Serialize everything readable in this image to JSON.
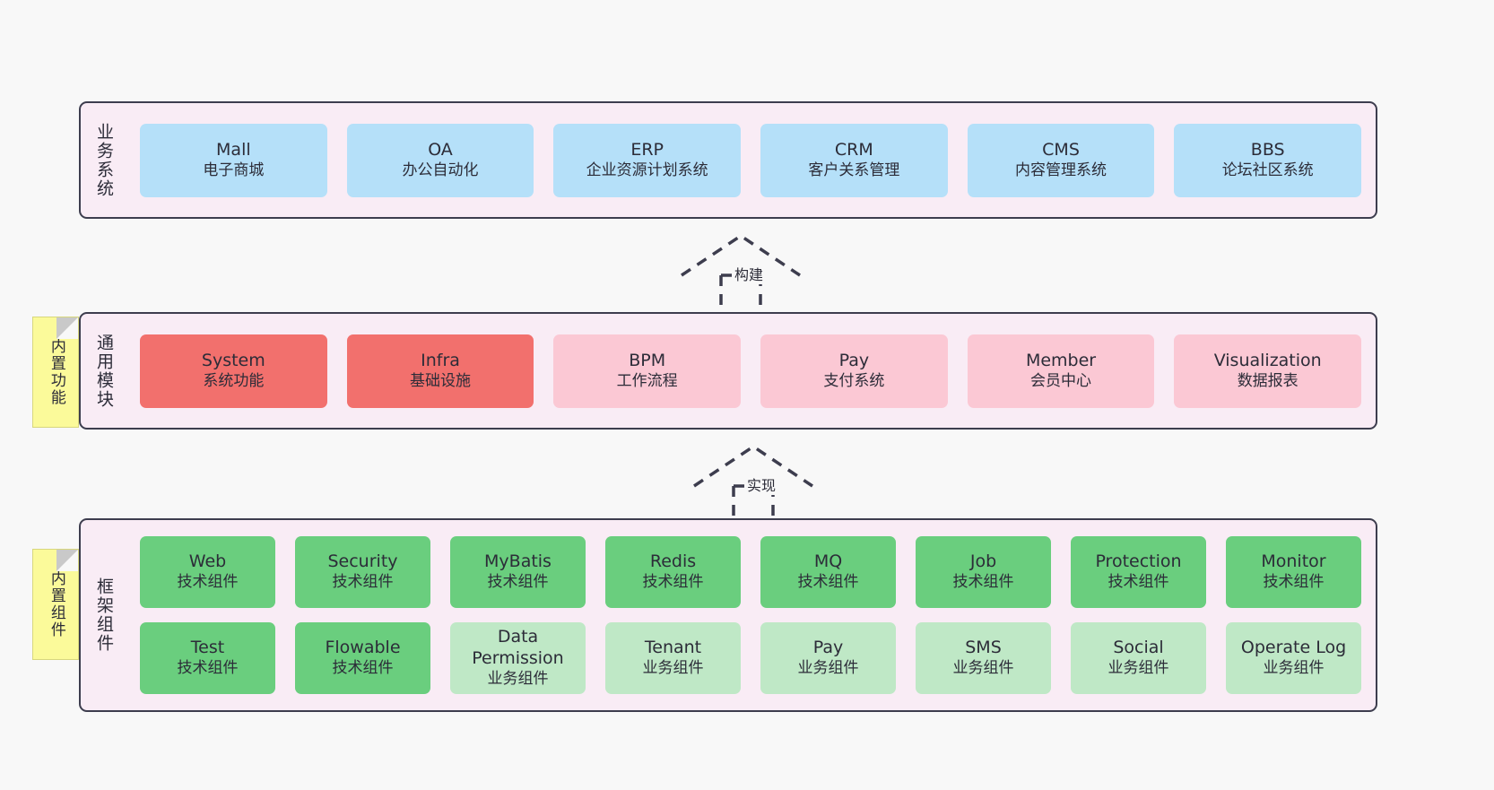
{
  "diagram": {
    "sections": [
      {
        "id": "business",
        "label": "业务系统",
        "cards": [
          {
            "en": "Mall",
            "cn": "电子商城",
            "color": "#b5e0f9"
          },
          {
            "en": "OA",
            "cn": "办公自动化",
            "color": "#b5e0f9"
          },
          {
            "en": "ERP",
            "cn": "企业资源计划系统",
            "color": "#b5e0f9"
          },
          {
            "en": "CRM",
            "cn": "客户关系管理",
            "color": "#b5e0f9"
          },
          {
            "en": "CMS",
            "cn": "内容管理系统",
            "color": "#b5e0f9"
          },
          {
            "en": "BBS",
            "cn": "论坛社区系统",
            "color": "#b5e0f9"
          }
        ]
      },
      {
        "id": "modules",
        "label": "通用模块",
        "note": "内置功能",
        "cards": [
          {
            "en": "System",
            "cn": "系统功能",
            "color": "#f2706d"
          },
          {
            "en": "Infra",
            "cn": "基础设施",
            "color": "#f2706d"
          },
          {
            "en": "BPM",
            "cn": "工作流程",
            "color": "#fbc8d4"
          },
          {
            "en": "Pay",
            "cn": "支付系统",
            "color": "#fbc8d4"
          },
          {
            "en": "Member",
            "cn": "会员中心",
            "color": "#fbc8d4"
          },
          {
            "en": "Visualization",
            "cn": "数据报表",
            "color": "#fbc8d4"
          }
        ]
      },
      {
        "id": "framework",
        "label": "框架组件",
        "note": "内置组件",
        "row1": [
          {
            "en": "Web",
            "cn": "技术组件",
            "color": "#6ace7e"
          },
          {
            "en": "Security",
            "cn": "技术组件",
            "color": "#6ace7e"
          },
          {
            "en": "MyBatis",
            "cn": "技术组件",
            "color": "#6ace7e"
          },
          {
            "en": "Redis",
            "cn": "技术组件",
            "color": "#6ace7e"
          },
          {
            "en": "MQ",
            "cn": "技术组件",
            "color": "#6ace7e"
          },
          {
            "en": "Job",
            "cn": "技术组件",
            "color": "#6ace7e"
          },
          {
            "en": "Protection",
            "cn": "技术组件",
            "color": "#6ace7e"
          },
          {
            "en": "Monitor",
            "cn": "技术组件",
            "color": "#6ace7e"
          }
        ],
        "row2": [
          {
            "en": "Test",
            "cn": "技术组件",
            "color": "#6ace7e"
          },
          {
            "en": "Flowable",
            "cn": "技术组件",
            "color": "#6ace7e"
          },
          {
            "en": "Data Permission",
            "cn": "业务组件",
            "color": "#bfe8c6"
          },
          {
            "en": "Tenant",
            "cn": "业务组件",
            "color": "#bfe8c6"
          },
          {
            "en": "Pay",
            "cn": "业务组件",
            "color": "#bfe8c6"
          },
          {
            "en": "SMS",
            "cn": "业务组件",
            "color": "#bfe8c6"
          },
          {
            "en": "Social",
            "cn": "业务组件",
            "color": "#bfe8c6"
          },
          {
            "en": "Operate Log",
            "cn": "业务组件",
            "color": "#bfe8c6"
          }
        ]
      }
    ],
    "arrows": [
      {
        "id": "build",
        "label": "构建"
      },
      {
        "id": "implement",
        "label": "实现"
      }
    ]
  }
}
